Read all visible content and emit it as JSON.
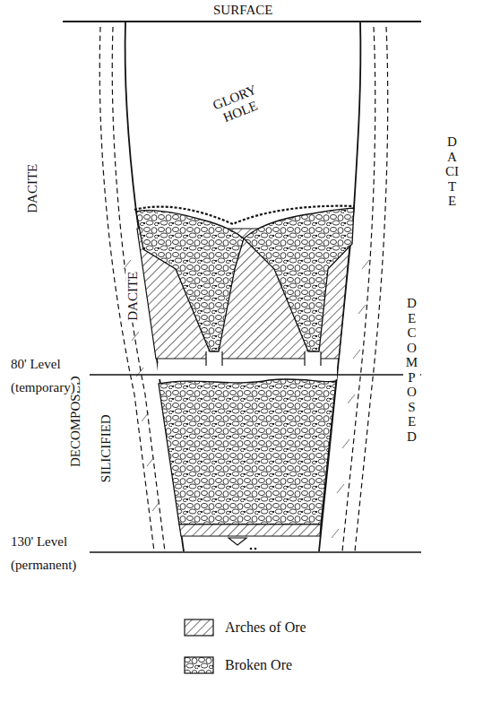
{
  "diagram": {
    "labels": [
      "SURFACE",
      "GLORY HOLE",
      "DACITE",
      "DECOMPOSED",
      "SILICIFIED",
      "DACITE",
      "DECOMPOSED",
      "DACITE",
      "80' Level",
      "(temporary)",
      "130' Level",
      "(permanent)"
    ],
    "legend": [
      {
        "text": "Arches of Ore"
      },
      {
        "text": "Broken Ore"
      }
    ]
  }
}
